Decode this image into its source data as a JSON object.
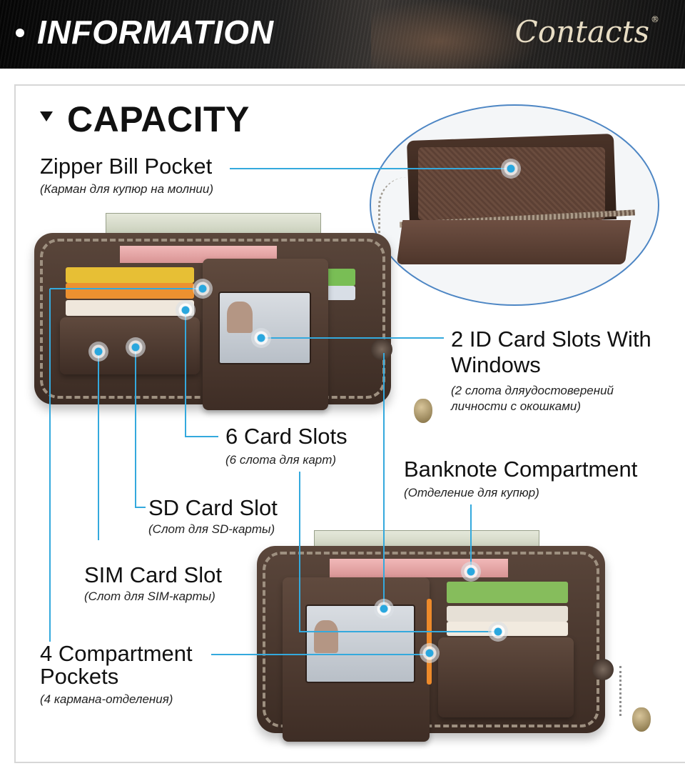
{
  "header": {
    "title": "INFORMATION",
    "brand": "Contacts",
    "brand_mark": "®"
  },
  "section": {
    "title": "CAPACITY"
  },
  "features": {
    "zipper": {
      "label": "Zipper Bill Pocket",
      "sub": "(Карман для купюр на молнии)"
    },
    "id_slots": {
      "label_1": "2 ID Card Slots With",
      "label_2": "Windows",
      "sub_1": "(2 слота дляудостоверений",
      "sub_2": "личности с окошками)"
    },
    "card_slots": {
      "label": "6 Card Slots",
      "sub": "(6 слота для карт)"
    },
    "banknote": {
      "label": "Banknote Compartment",
      "sub": "(Отделение для купюр)"
    },
    "sd": {
      "label": "SD Card Slot",
      "sub": "(Слот для SD-карты)"
    },
    "sim": {
      "label": "SIM Card Slot",
      "sub": "(Слот для SIM-карты)"
    },
    "pockets": {
      "label_1": "4 Compartment",
      "label_2": "Pockets",
      "sub": "(4 кармана-отделения)"
    }
  },
  "colors": {
    "callout_line": "#34a9dd",
    "inset_border": "#4d86c4",
    "leather": "#4a372e"
  }
}
